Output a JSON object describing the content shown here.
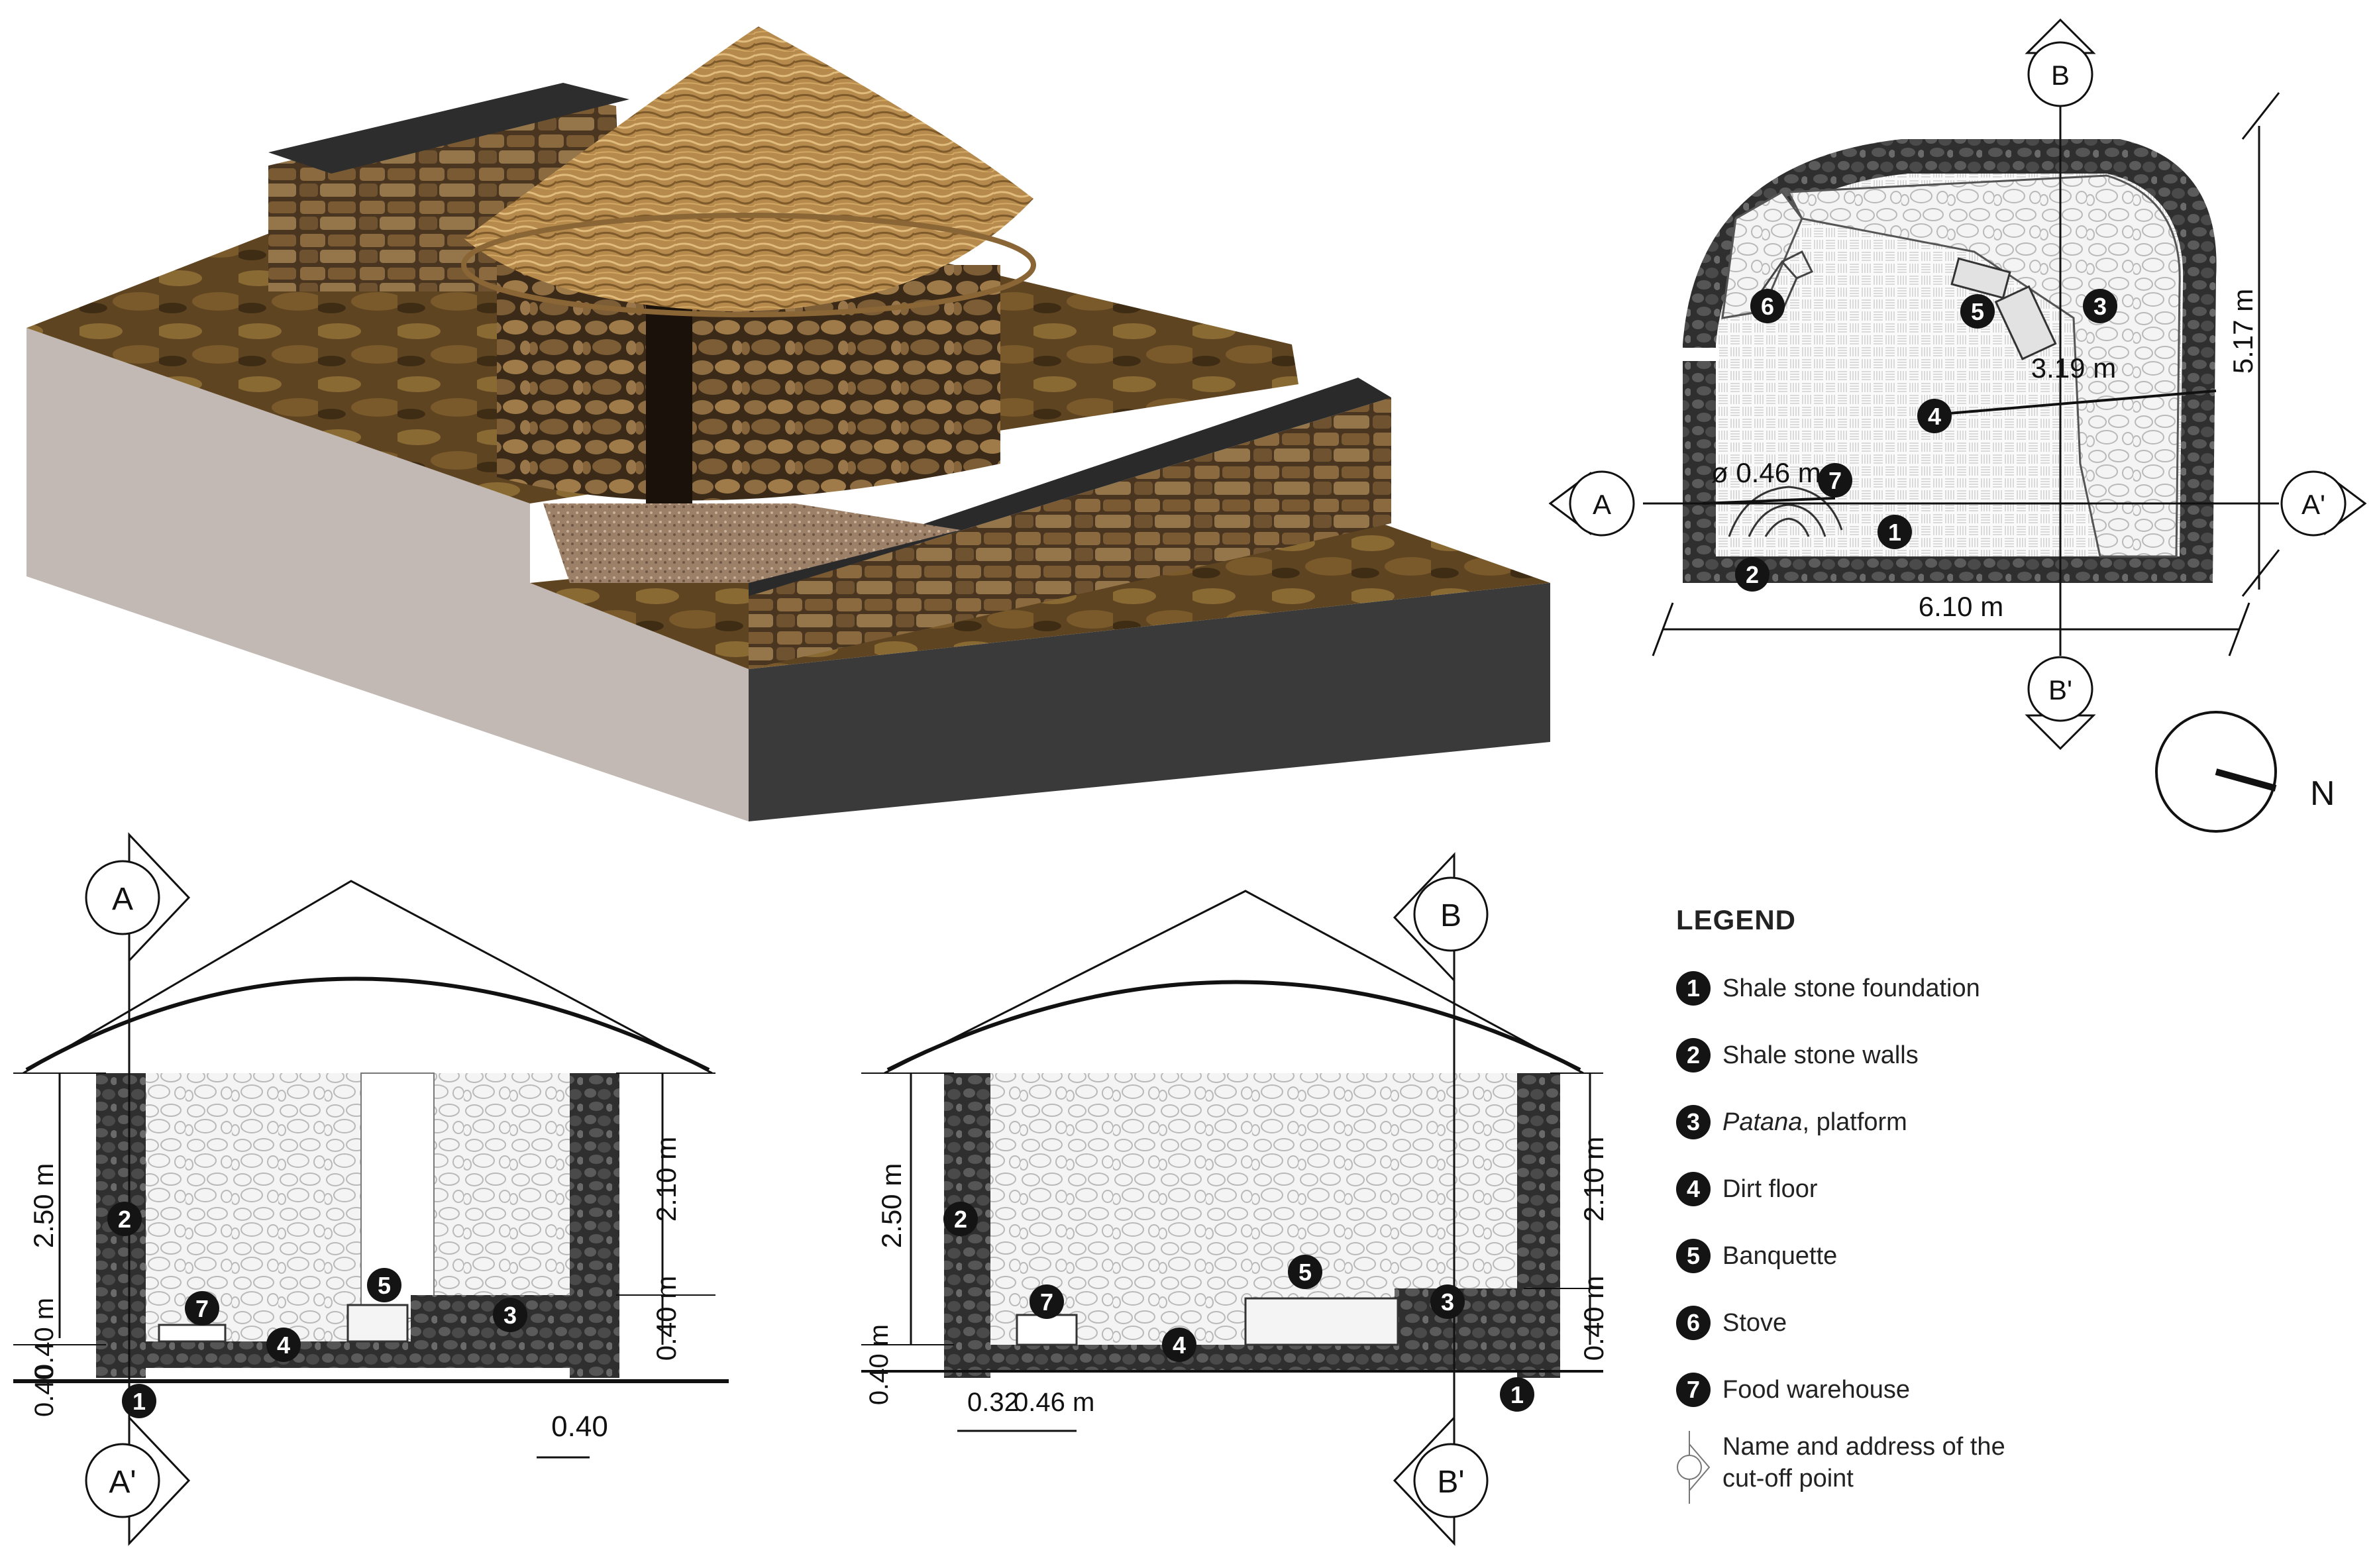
{
  "legend": {
    "title": "LEGEND",
    "items": [
      {
        "num": "1",
        "label": "Shale stone foundation"
      },
      {
        "num": "2",
        "label": "Shale stone walls"
      },
      {
        "num": "3",
        "label_em": "Patana",
        "label_rest": ", platform"
      },
      {
        "num": "4",
        "label": "Dirt floor"
      },
      {
        "num": "5",
        "label": "Banquette"
      },
      {
        "num": "6",
        "label": "Stove"
      },
      {
        "num": "7",
        "label": "Food warehouse"
      }
    ],
    "cut_note_line1": "Name and address of the",
    "cut_note_line2": "cut-off point"
  },
  "plan": {
    "width_dim": "6.10 m",
    "depth_dim": "5.17 m",
    "radius_dim": "3.19 m",
    "stove_dim": "ø 0.46 m",
    "sec_a": "A",
    "sec_a2": "A'",
    "sec_b": "B",
    "sec_b2": "B'",
    "north": "N"
  },
  "section_a": {
    "top_tag": "A",
    "bottom_tag": "A'",
    "h_wall": "2.50 m",
    "h_inner": "2.10 m",
    "h_platform": "0.40 m",
    "h_base_left": "0.40 m",
    "h_base_bottom": "0.40",
    "w_base": "0.40"
  },
  "section_b": {
    "top_tag": "B",
    "bottom_tag": "B'",
    "h_wall": "2.50 m",
    "h_inner": "2.10 m",
    "h_platform": "0.40 m",
    "h_base_left": "0.40 m",
    "w1": "0.32",
    "w2": "0.46 m"
  },
  "colors": {
    "stone_dark": "#3a3a3a",
    "stone_light": "#e9e9e9",
    "thatch": "#b98a4a",
    "soil": "#6b4f25",
    "ground_side": "#c2b9b4"
  }
}
